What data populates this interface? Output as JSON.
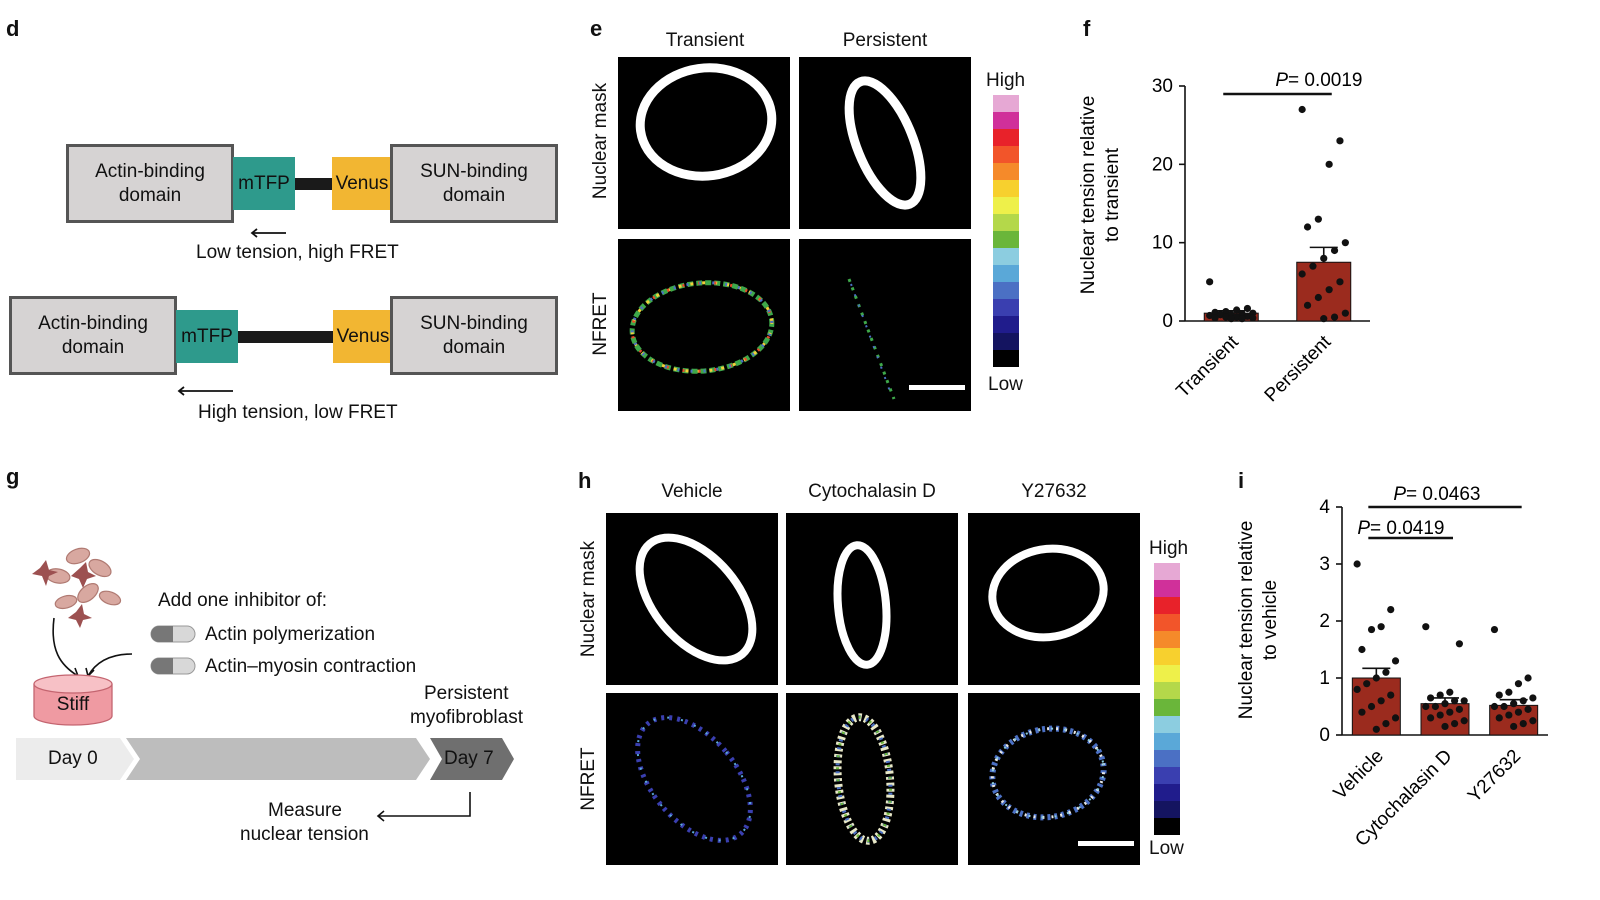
{
  "panels": {
    "d": {
      "letter": "d",
      "construct1": {
        "left": "Actin-binding\ndomain",
        "tfp": "mTFP",
        "venus": "Venus",
        "right": "SUN-binding\ndomain",
        "caption": "Low tension, high FRET"
      },
      "construct2": {
        "left": "Actin-binding\ndomain",
        "tfp": "mTFP",
        "venus": "Venus",
        "right": "SUN-binding\ndomain",
        "caption": "High tension, low FRET"
      }
    },
    "e": {
      "letter": "e",
      "columns": [
        "Transient",
        "Persistent"
      ],
      "rows": [
        "Nuclear mask",
        "NFRET"
      ],
      "scale_high": "High",
      "scale_low": "Low"
    },
    "f": {
      "letter": "f",
      "ylabel_line1": "Nuclear tension relative",
      "ylabel_line2": "to transient",
      "pvalue_prefix": "P",
      "pvalue_rest": " = 0.0019"
    },
    "g": {
      "letter": "g",
      "instruction": "Add one inhibitor of:",
      "inhibitor1": "Actin polymerization",
      "inhibitor2": "Actin–myosin contraction",
      "substrate": "Stiff",
      "day0": "Day 0",
      "day7": "Day 7",
      "endpoint_line1": "Persistent",
      "endpoint_line2": "myofibroblast",
      "measure_line1": "Measure",
      "measure_line2": "nuclear tension"
    },
    "h": {
      "letter": "h",
      "columns": [
        "Vehicle",
        "Cytochalasin D",
        "Y27632"
      ],
      "rows": [
        "Nuclear mask",
        "NFRET"
      ],
      "scale_high": "High",
      "scale_low": "Low"
    },
    "i": {
      "letter": "i",
      "ylabel_line1": "Nuclear tension relative",
      "ylabel_line2": "to vehicle",
      "pvalue1_prefix": "P",
      "pvalue1_rest": " = 0.0419",
      "pvalue2_prefix": "P",
      "pvalue2_rest": " = 0.0463"
    }
  },
  "colors": {
    "bar_fill": "#9b2b1e",
    "tfp": "#2e9a8c",
    "venus": "#f2b632",
    "domain_box": "#d6d3d3",
    "colorbar": [
      "#e6a8d4",
      "#d0309a",
      "#e8222a",
      "#f2552a",
      "#f58a2a",
      "#f7d02e",
      "#eef04a",
      "#b4d84a",
      "#6ab63a",
      "#8ccde0",
      "#5aa8d8",
      "#4b70c4",
      "#3a3fb0",
      "#201c8c",
      "#141460",
      "#000000"
    ]
  },
  "chart_data": [
    {
      "type": "bar",
      "panel": "f",
      "categories": [
        "Transient",
        "Persistent"
      ],
      "values": [
        1.0,
        7.5
      ],
      "sem": [
        0.3,
        1.9
      ],
      "points": [
        [
          5.0,
          1.6,
          1.4,
          1.2,
          1.1,
          1.0,
          0.9,
          0.8,
          0.8,
          0.7,
          0.6,
          0.5,
          0.5,
          0.4,
          0.4,
          0.3,
          0.3
        ],
        [
          27,
          23,
          20,
          13,
          12,
          10,
          9,
          8,
          7,
          6,
          5,
          4,
          3,
          2,
          1,
          0.5,
          0.3
        ]
      ],
      "ylim": [
        0,
        30
      ],
      "yticks": [
        0,
        10,
        20,
        30
      ],
      "xlabel": "",
      "ylabel": "Nuclear tension relative to transient",
      "annotations": [
        "P = 0.0019"
      ]
    },
    {
      "type": "bar",
      "panel": "i",
      "categories": [
        "Vehicle",
        "Cytochalasin D",
        "Y27632"
      ],
      "values": [
        1.0,
        0.55,
        0.52
      ],
      "sem": [
        0.17,
        0.1,
        0.1
      ],
      "points": [
        [
          3.0,
          2.2,
          1.9,
          1.85,
          1.5,
          1.3,
          1.1,
          1.0,
          0.9,
          0.8,
          0.7,
          0.6,
          0.5,
          0.4,
          0.3,
          0.2,
          0.1
        ],
        [
          1.9,
          1.6,
          0.75,
          0.7,
          0.65,
          0.6,
          0.6,
          0.55,
          0.5,
          0.5,
          0.45,
          0.4,
          0.35,
          0.3,
          0.25,
          0.2,
          0.15
        ],
        [
          1.85,
          1.0,
          0.9,
          0.75,
          0.7,
          0.65,
          0.6,
          0.55,
          0.5,
          0.5,
          0.45,
          0.4,
          0.35,
          0.3,
          0.25,
          0.2,
          0.15
        ]
      ],
      "ylim": [
        0,
        4
      ],
      "yticks": [
        0,
        1,
        2,
        3,
        4
      ],
      "xlabel": "",
      "ylabel": "Nuclear tension relative to vehicle",
      "annotations": [
        "P = 0.0419",
        "P = 0.0463"
      ]
    }
  ]
}
